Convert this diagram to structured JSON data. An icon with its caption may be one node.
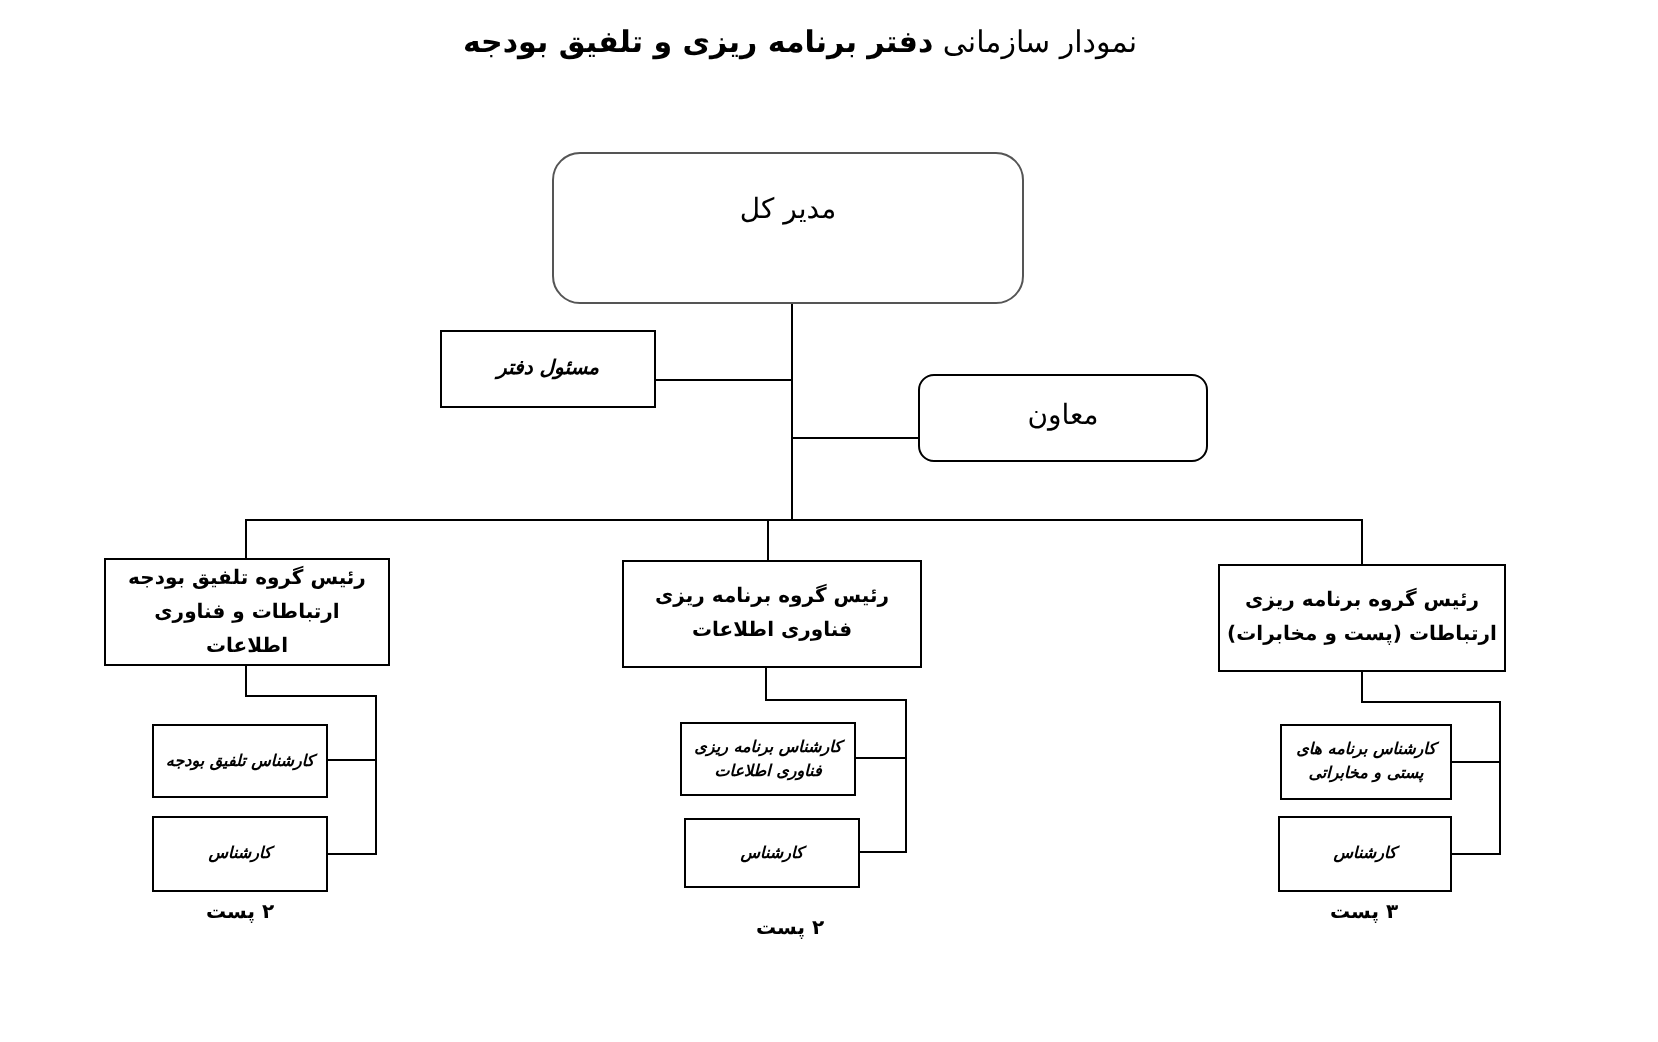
{
  "diagram": {
    "title": "نمودار سازمانی **دفتر برنامه ریزی و تلفیق بودجه**",
    "nodes": [
      {
        "text": [
          "مدیر کل"
        ]
      },
      {
        "text": [
          "مسئول دفتر"
        ]
      },
      {
        "text": [
          "معاون"
        ]
      },
      {
        "text": [
          "رئیس گروه برنامه ریزی ارتباطات (پست و مخابرات)"
        ]
      },
      {
        "text": [
          "رئیس گروه برنامه ریزی فناوری اطلاعات"
        ]
      },
      {
        "text": [
          "رئیس گروه تلفیق بودجه ارتباطات و فناوری اطلاعات"
        ]
      },
      {
        "text": [
          "کارشناس برنامه های پستی و مخابراتی"
        ]
      },
      {
        "text": [
          "کارشناس"
        ],
        "beside": [
          "۳ پست"
        ]
      },
      {
        "text": [
          "کارشناس برنامه ریزی فناوری اطلاعات"
        ]
      },
      {
        "text": [
          "کارشناس"
        ],
        "beside": [
          "۲ پست"
        ]
      },
      {
        "text": [
          "کارشناس تلفیق بودجه"
        ]
      },
      {
        "text": [
          "کارشناس"
        ],
        "beside": [
          "۲ پست"
        ]
      }
    ],
    "edges": [
      {
        "from": 0,
        "to": 1,
        "arrow": "none"
      },
      {
        "from": 0,
        "to": 2,
        "arrow": "none"
      },
      {
        "from": 0,
        "to": 3,
        "arrow": "none"
      },
      {
        "from": 0,
        "to": 4,
        "arrow": "none"
      },
      {
        "from": 0,
        "to": 5,
        "arrow": "none"
      },
      {
        "from": 3,
        "to": 6,
        "arrow": "none"
      },
      {
        "from": 3,
        "to": 7,
        "arrow": "none"
      },
      {
        "from": 4,
        "to": 8,
        "arrow": "none"
      },
      {
        "from": 4,
        "to": 9,
        "arrow": "none"
      },
      {
        "from": 5,
        "to": 10,
        "arrow": "none"
      },
      {
        "from": 5,
        "to": 11,
        "arrow": "none"
      }
    ]
  }
}
